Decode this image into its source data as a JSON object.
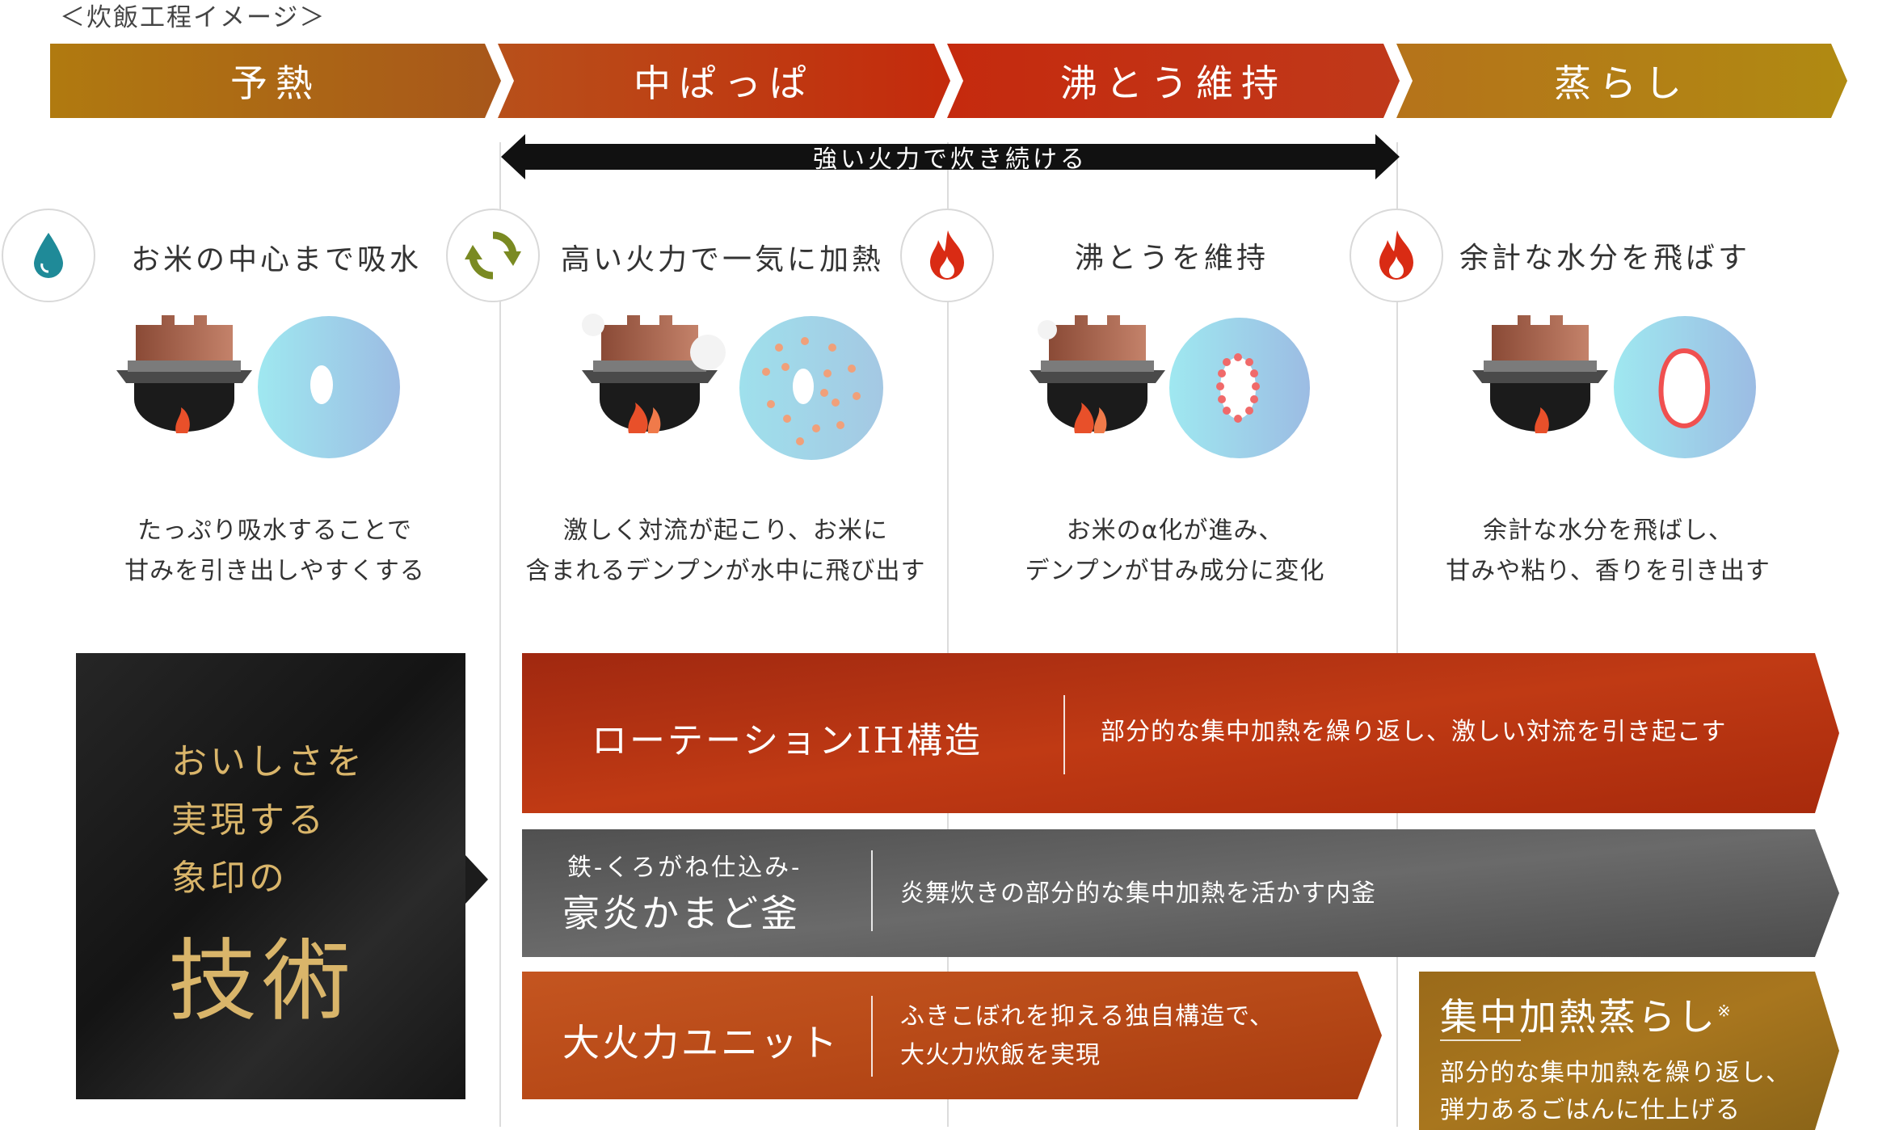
{
  "caption": "＜炊飯工程イメージ＞",
  "phases": [
    {
      "label": "予熱"
    },
    {
      "label": "中ぱっぱ"
    },
    {
      "label": "沸とう維持"
    },
    {
      "label": "蒸らし"
    }
  ],
  "fire_bar": {
    "label": "強い火力で炊き続ける"
  },
  "steps": [
    {
      "icon": "water-drop-icon",
      "title": "お米の中心まで吸水",
      "desc1": "たっぷり吸水することで",
      "desc2": "甘みを引き出しやすくする"
    },
    {
      "icon": "rotation-arrows-icon",
      "title": "高い火力で一気に加熱",
      "desc1": "激しく対流が起こり、お米に",
      "desc2": "含まれるデンプンが水中に飛び出す"
    },
    {
      "icon": "flame-icon",
      "title": "沸とうを維持",
      "desc1": "お米のα化が進み、",
      "desc2": "デンプンが甘み成分に変化"
    },
    {
      "icon": "flame-icon",
      "title": "余計な水分を飛ばす",
      "desc1": "余計な水分を飛ばし、",
      "desc2": "甘みや粘り、香りを引き出す"
    }
  ],
  "tech": {
    "line1": "おいしさを",
    "line2": "実現する",
    "line3": "象印の",
    "big": "技術"
  },
  "bands": {
    "rotation": {
      "name": "ローテーションIH構造",
      "text": "部分的な集中加熱を繰り返し、激しい対流を引き起こす"
    },
    "pot": {
      "sub": "鉄-くろがね仕込み-",
      "name": "豪炎かまど釜",
      "text": "炎舞炊きの部分的な集中加熱を活かす内釜"
    },
    "unit": {
      "name": "大火力ユニット",
      "text1": "ふきこぼれを抑える独自構造で、",
      "text2": "大火力炊飯を実現"
    },
    "steam": {
      "name": "集中加熱蒸らし",
      "mark": "※",
      "text1": "部分的な集中加熱を繰り返し、",
      "text2": "弾力あるごはんに仕上げる"
    }
  },
  "colors": {
    "gold": "#b8860b",
    "red": "#c0280e",
    "orange": "#c9521f",
    "gray": "#5a5a5a",
    "tech_text": "#d9b56a"
  }
}
